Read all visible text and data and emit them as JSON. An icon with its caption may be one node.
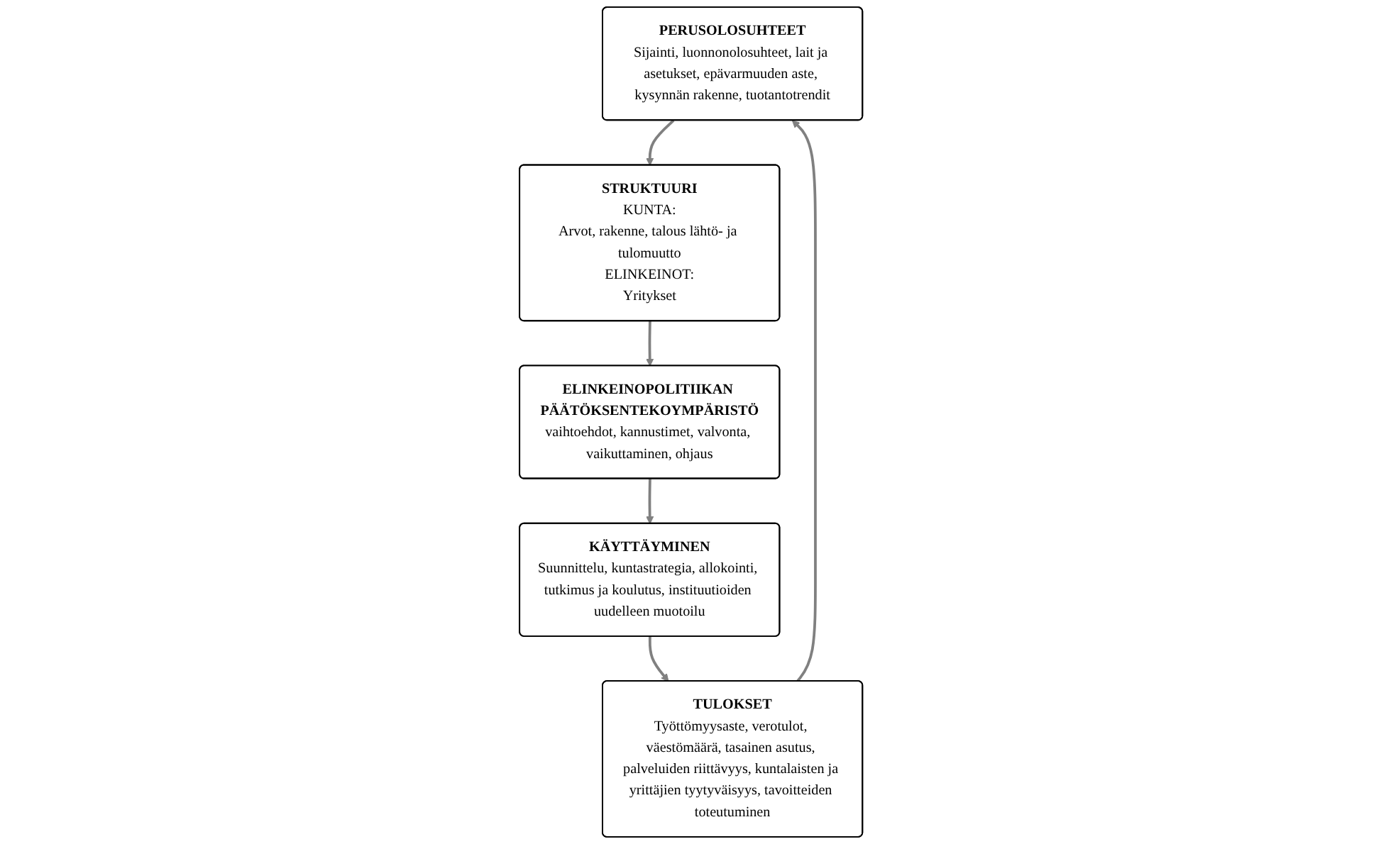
{
  "diagram": {
    "nodes": [
      {
        "text": [
          "PERUSOLOSUHTEET",
          "Sijainti, luonnonolosuhteet, lait ja asetukset, epävarmuuden aste, kysynnän rakenne, tuotantotrendit"
        ]
      },
      {
        "text": [
          "TULOKSET",
          "Työttömyysaste, verotulot, väestömäärä, tasainen asutus, palveluiden riittävyys, kuntalaisten ja yrittäjien tyytyväisyys, tavoitteiden toteutuminen"
        ]
      },
      {
        "text": [
          "STRUKTUURI",
          "KUNTA:",
          "Arvot, rakenne, talous lähtö- ja tulomuutto",
          "ELINKEINOT:",
          "Yritykset"
        ]
      },
      {
        "text": [
          "KÄYTTÄYMINEN",
          "Suunnittelu, kuntastrategia, allokointi, tutkimus ja koulutus, instituutioiden uudelleen muotoilu"
        ]
      },
      {
        "text": [
          "ELINKEINOPOLITIIKAN PÄÄTÖKSENTEKOYMPÄRISTÖ",
          "vaihtoehdot, kannustimet, valvonta, vaikuttaminen, ohjaus"
        ]
      }
    ],
    "edges": [
      {
        "from": 0,
        "to": 2,
        "arrow": "to"
      },
      {
        "from": 2,
        "to": 4,
        "arrow": "to"
      },
      {
        "from": 4,
        "to": 3,
        "arrow": "to"
      },
      {
        "from": 3,
        "to": 1,
        "arrow": "to"
      },
      {
        "from": 1,
        "to": 0,
        "arrow": "to"
      }
    ]
  }
}
